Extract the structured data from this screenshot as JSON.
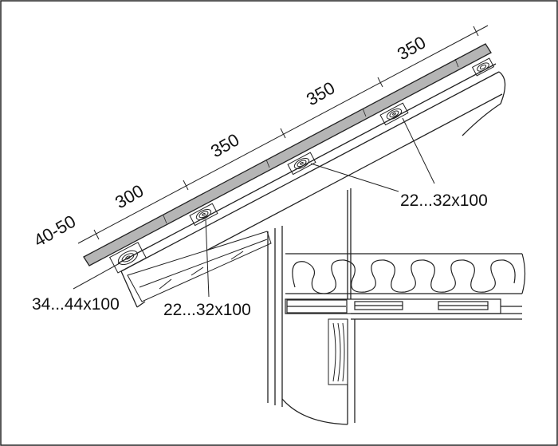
{
  "dimensions": {
    "overhang": "40-50",
    "first_spacing": "300",
    "spacing_a": "350",
    "spacing_b": "350",
    "spacing_c": "350"
  },
  "labels": {
    "batten_upper": "22...32x100",
    "batten_lower": "22...32x100",
    "eaves_board": "34...44x100"
  },
  "colors": {
    "line": "#222222",
    "roof_sheet": "#b5b5b5",
    "background": "#ffffff"
  }
}
